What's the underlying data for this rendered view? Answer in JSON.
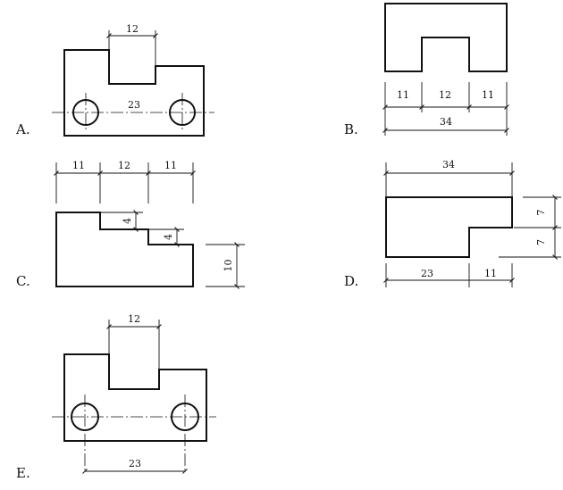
{
  "options": [
    {
      "label": "A.",
      "dims": {
        "top_width": "12",
        "center_distance": "23"
      }
    },
    {
      "label": "B.",
      "dims": {
        "left": "11",
        "middle": "12",
        "right": "11",
        "total": "34"
      }
    },
    {
      "label": "C.",
      "dims": {
        "left": "11",
        "middle": "12",
        "right": "11",
        "step1": "4",
        "step2": "4",
        "height": "10"
      }
    },
    {
      "label": "D.",
      "dims": {
        "total": "34",
        "left": "23",
        "right": "11",
        "upper": "7",
        "lower": "7"
      }
    },
    {
      "label": "E.",
      "dims": {
        "top_width": "12",
        "center_distance": "23"
      }
    }
  ]
}
